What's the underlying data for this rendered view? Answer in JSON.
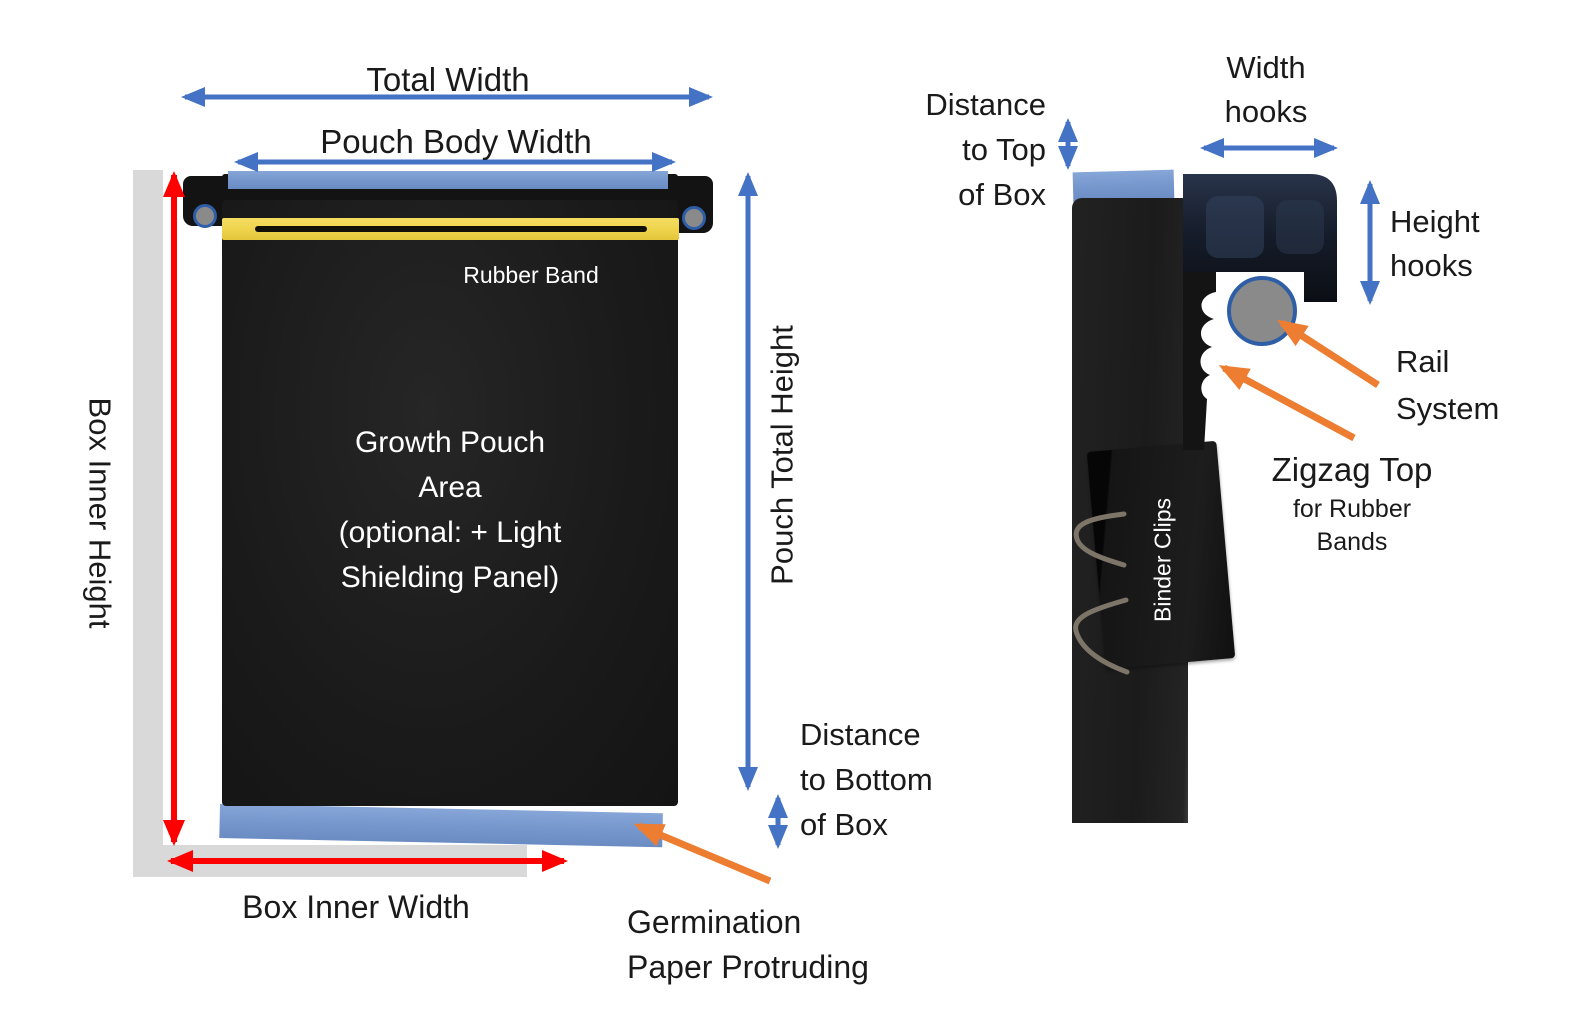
{
  "figure": {
    "description": "Annotated growth pouch dimension diagram: front view (left) and side profile view (right)",
    "colors": {
      "dimension_arrow_blue": "#4472C4",
      "dimension_arrow_red": "#FF0000",
      "callout_arrow_orange": "#ED7D31",
      "box_wall_gray": "#D9D9D9",
      "germination_paper_blue": "#7496CC",
      "rubber_band_yellow": "#EED34B",
      "rail_rod_gray": "#8A8A8A",
      "pouch_black": "#1A1A1A"
    }
  },
  "left_diagram": {
    "total_width_label": "Total Width",
    "pouch_body_width_label": "Pouch Body Width",
    "rubber_band_label": "Rubber Band",
    "growth_area_label": "Growth Pouch\nArea\n(optional: + Light\nShielding Panel)",
    "pouch_total_height_label": "Pouch Total Height",
    "box_inner_height_label": "Box Inner Height",
    "box_inner_width_label": "Box Inner Width",
    "distance_bottom_label": "Distance\nto Bottom\nof Box",
    "germination_label": "Germination\nPaper Protruding"
  },
  "right_diagram": {
    "distance_top_label": "Distance\nto Top\nof Box",
    "width_hooks_label": "Width\nhooks",
    "height_hooks_label": "Height\nhooks",
    "rail_system_label": "Rail\nSystem",
    "zigzag_top_label": "Zigzag Top",
    "zigzag_sub_label": "for Rubber\nBands",
    "binder_clips_label": "Binder Clips"
  }
}
